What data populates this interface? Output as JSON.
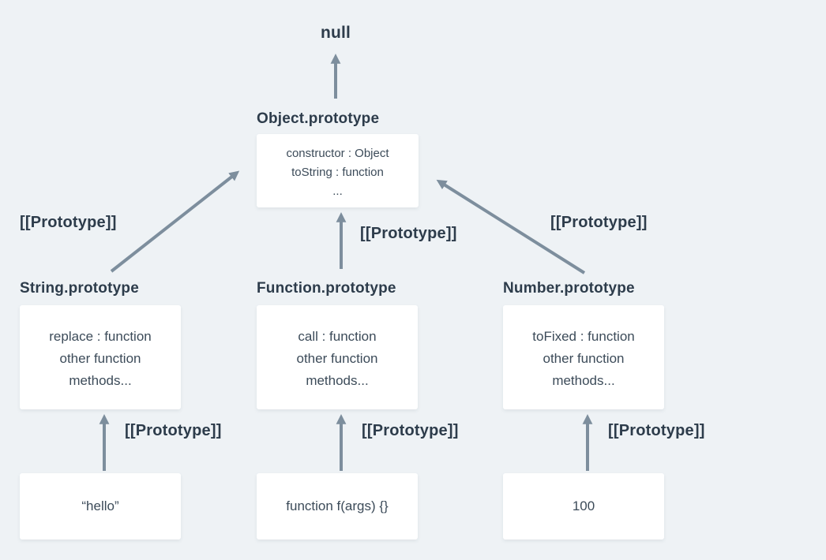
{
  "diagram": {
    "background_color": "#eef2f5",
    "arrow_color": "#7d8e9d",
    "heading_color": "#2d3c4b",
    "body_text_color": "#3c4b59",
    "prototype_label": "[[Prototype]]",
    "null_label": "null",
    "object_prototype": {
      "title": "Object.prototype",
      "members": [
        "constructor : Object",
        "toString : function",
        "..."
      ]
    },
    "string_prototype": {
      "title": "String.prototype",
      "members": [
        "replace : function",
        "other function",
        "methods..."
      ]
    },
    "function_prototype": {
      "title": "Function.prototype",
      "members": [
        "call : function",
        "other function",
        "methods..."
      ]
    },
    "number_prototype": {
      "title": "Number.prototype",
      "members": [
        "toFixed : function",
        "other function",
        "methods..."
      ]
    },
    "instances": {
      "string_value": "“hello”",
      "function_value": "function f(args) {}",
      "number_value": "100"
    }
  }
}
